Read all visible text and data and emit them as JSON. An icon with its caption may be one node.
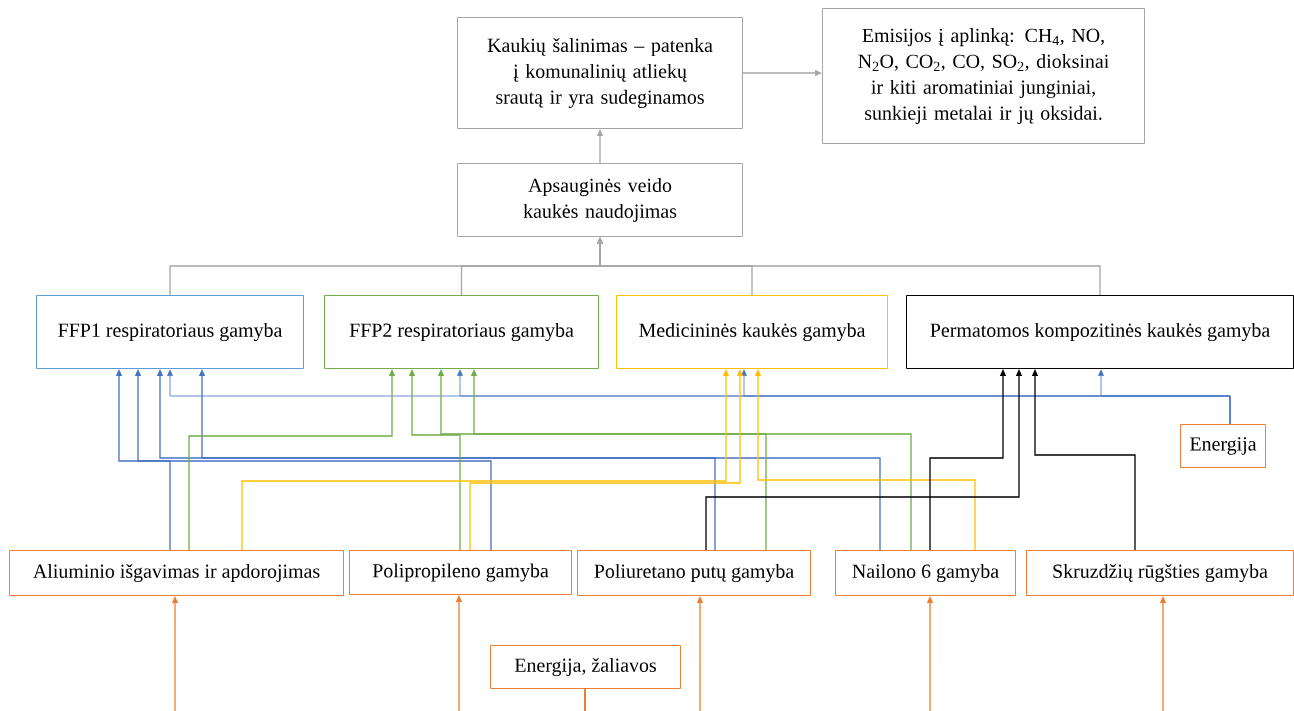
{
  "diagram": {
    "nodes": [
      {
        "text": [
          "Kaukių šalinimas – patenka į komunalinių atliekų srautą ir yra sudeginamos"
        ]
      },
      {
        "text": [
          "Emisijos į aplinką: CH$_{4}$, NO, N$_{2}$O, CO$_{2}$, CO, SO$_{2}$, dioksinai ir kiti aromatiniai junginiai, sunkieji metalai ir jų oksidai."
        ]
      },
      {
        "text": [
          "Apsauginės veido kaukės naudojimas"
        ]
      },
      {
        "text": [
          "FFP1 respiratoriaus gamyba"
        ]
      },
      {
        "text": [
          "FFP2 respiratoriaus gamyba"
        ]
      },
      {
        "text": [
          "Medicininės kaukės gamyba"
        ]
      },
      {
        "text": [
          "Permatomos kompozitinės kaukės gamyba"
        ]
      },
      {
        "text": [
          "Energija"
        ]
      },
      {
        "text": [
          "Aliuminio išgavimas ir apdorojimas"
        ]
      },
      {
        "text": [
          "Polipropileno gamyba"
        ]
      },
      {
        "text": [
          "Poliuretano putų gamyba"
        ]
      },
      {
        "text": [
          "Nailono 6 gamyba"
        ]
      },
      {
        "text": [
          "Skruzdžių rūgšties gamyba"
        ]
      },
      {
        "text": [
          "Energija, žaliavos"
        ]
      }
    ],
    "edges": [
      {
        "from": 0,
        "to": 1,
        "arrow": "to",
        "color": "#a5a5a5"
      },
      {
        "from": 2,
        "to": 0,
        "arrow": "to",
        "color": "#a5a5a5"
      },
      {
        "from": 3,
        "to": 2,
        "arrow": "to",
        "color": "#a5a5a5"
      },
      {
        "from": 4,
        "to": 2,
        "arrow": "to",
        "color": "#a5a5a5"
      },
      {
        "from": 5,
        "to": 2,
        "arrow": "to",
        "color": "#a5a5a5"
      },
      {
        "from": 6,
        "to": 2,
        "arrow": "to",
        "color": "#a5a5a5"
      },
      {
        "from": 8,
        "to": 3,
        "arrow": "to",
        "color": "#4472c4"
      },
      {
        "from": 9,
        "to": 3,
        "arrow": "to",
        "color": "#4472c4"
      },
      {
        "from": 10,
        "to": 3,
        "arrow": "to",
        "color": "#4472c4"
      },
      {
        "from": 11,
        "to": 3,
        "arrow": "to",
        "color": "#4472c4"
      },
      {
        "from": 7,
        "to": 3,
        "arrow": "to",
        "color": "#4472c4"
      },
      {
        "from": 7,
        "to": 4,
        "arrow": "to",
        "color": "#4472c4"
      },
      {
        "from": 7,
        "to": 5,
        "arrow": "to",
        "color": "#4472c4"
      },
      {
        "from": 7,
        "to": 6,
        "arrow": "to",
        "color": "#4472c4"
      },
      {
        "from": 8,
        "to": 4,
        "arrow": "to",
        "color": "#70ad47"
      },
      {
        "from": 9,
        "to": 4,
        "arrow": "to",
        "color": "#70ad47"
      },
      {
        "from": 10,
        "to": 4,
        "arrow": "to",
        "color": "#70ad47"
      },
      {
        "from": 11,
        "to": 4,
        "arrow": "to",
        "color": "#70ad47"
      },
      {
        "from": 8,
        "to": 5,
        "arrow": "to",
        "color": "#ffc000"
      },
      {
        "from": 9,
        "to": 5,
        "arrow": "to",
        "color": "#ffc000"
      },
      {
        "from": 11,
        "to": 5,
        "arrow": "to",
        "color": "#ffc000"
      },
      {
        "from": 11,
        "to": 6,
        "arrow": "to",
        "color": "#000000"
      },
      {
        "from": 10,
        "to": 6,
        "arrow": "to",
        "color": "#000000"
      },
      {
        "from": 12,
        "to": 6,
        "arrow": "to",
        "color": "#000000"
      },
      {
        "from": 13,
        "to": 8,
        "arrow": "to",
        "color": "#ed7d31"
      },
      {
        "from": 13,
        "to": 9,
        "arrow": "to",
        "color": "#ed7d31"
      },
      {
        "from": 13,
        "to": 10,
        "arrow": "to",
        "color": "#ed7d31"
      },
      {
        "from": 13,
        "to": 11,
        "arrow": "to",
        "color": "#ed7d31"
      },
      {
        "from": 13,
        "to": 12,
        "arrow": "to",
        "color": "#ed7d31"
      }
    ]
  }
}
